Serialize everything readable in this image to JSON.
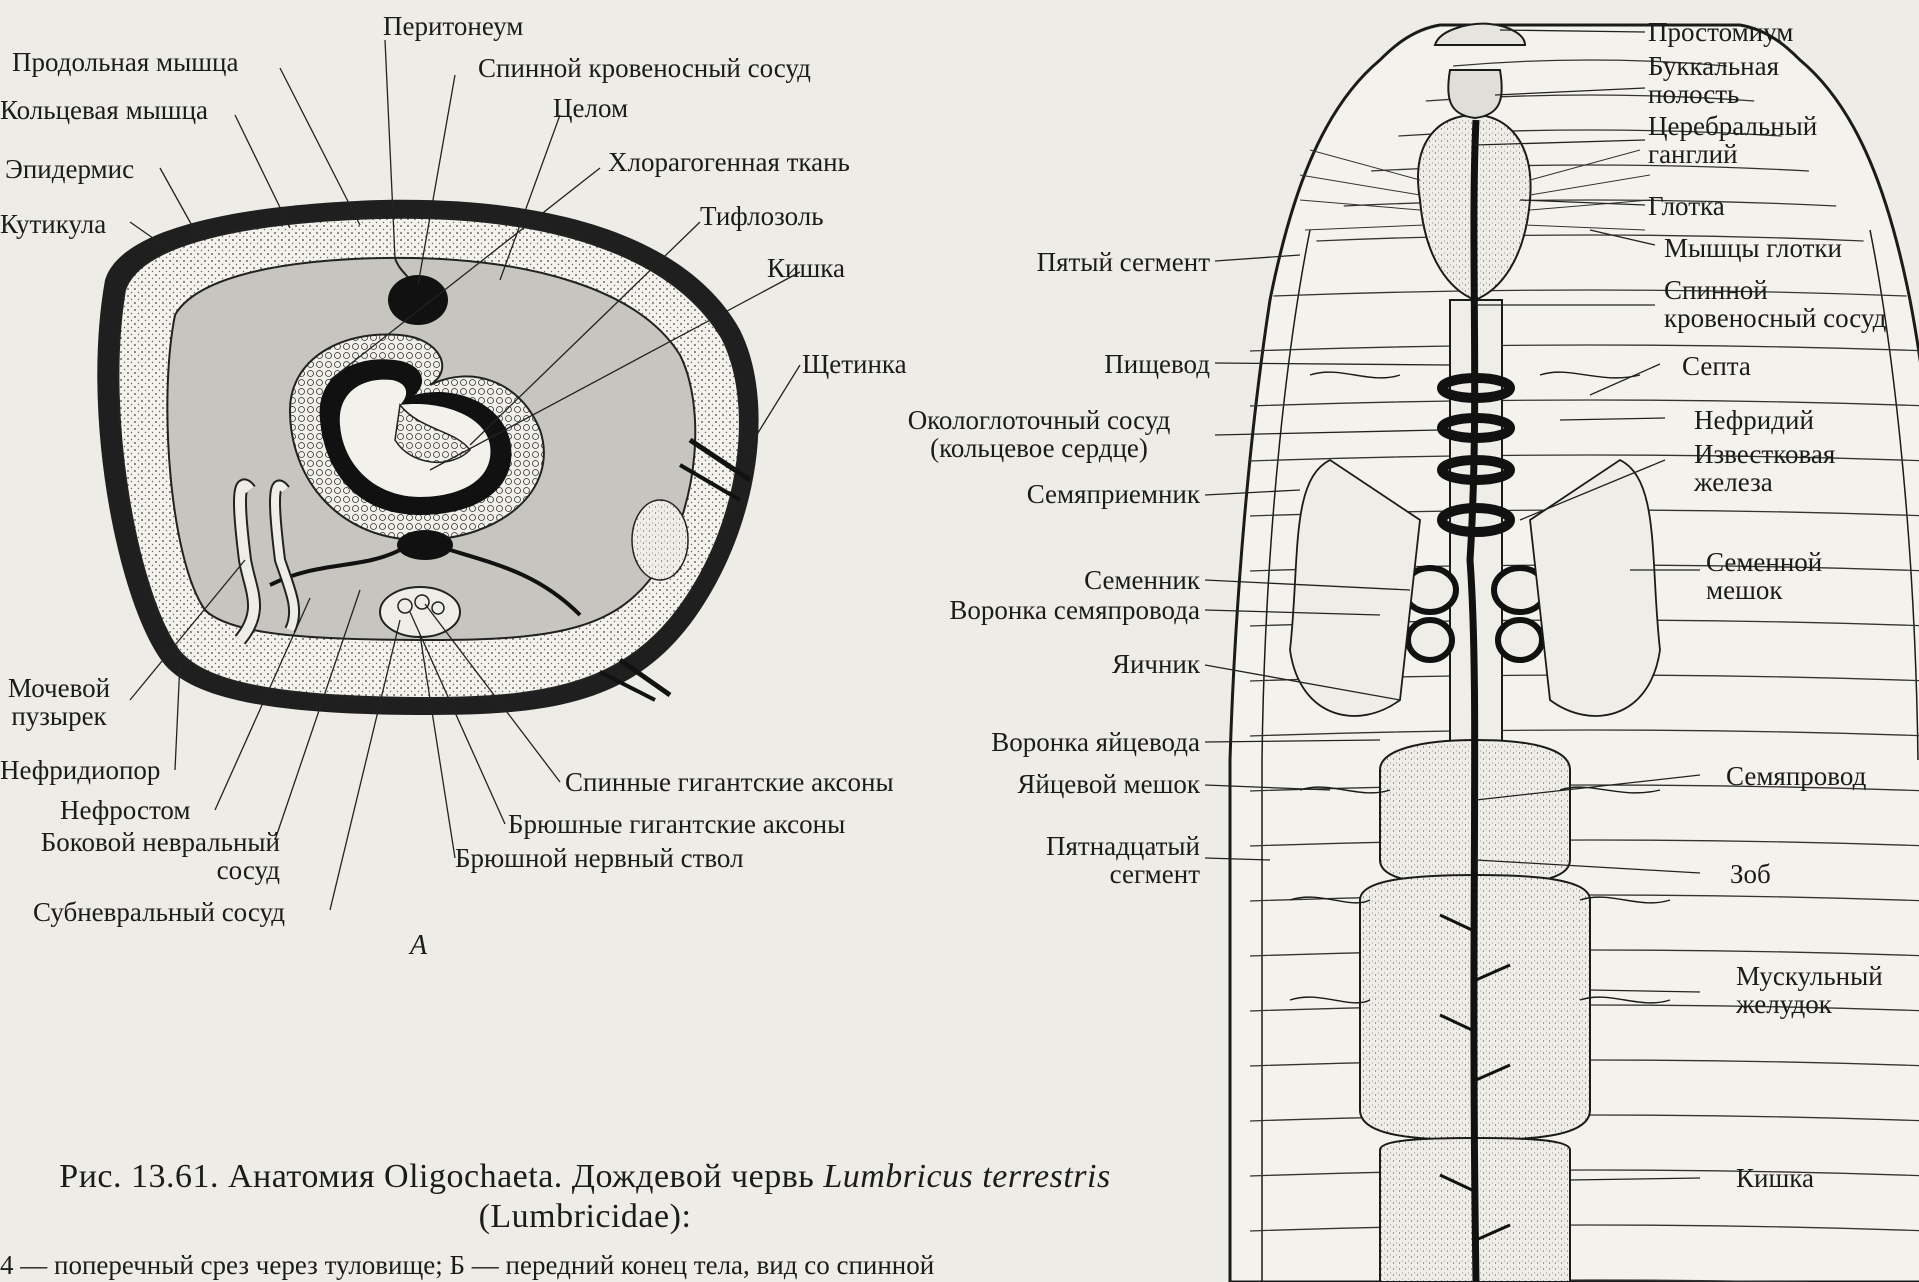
{
  "figure": {
    "caption_line1": "Рис. 13.61. Анатомия Oligochaeta. Дождевой червь",
    "caption_species": "Lumbricus terrestris",
    "caption_line2": "(Lumbricidae):",
    "caption_line3": "4 — поперечный срез через туловище; Б — передний конец тела, вид со спинной",
    "panel_a_letter": "А"
  },
  "cross_section_labels": {
    "peritoneum": "Перитонеум",
    "longitudinal_muscle": "Продольная мышца",
    "dorsal_vessel": "Спинной кровеносный сосуд",
    "circular_muscle": "Кольцевая мышца",
    "coelom": "Целом",
    "epidermis": "Эпидермис",
    "chloragogen": "Хлорагогенная ткань",
    "cuticle": "Кутикула",
    "typhlosole": "Тифлозоль",
    "intestine": "Кишка",
    "seta": "Щетинка",
    "bladder_line1": "Мочевой",
    "bladder_line2": "пузырек",
    "nephridiopore": "Нефридиопор",
    "nephrostome": "Нефростом",
    "lateral_neural_line1": "Боковой невральный",
    "lateral_neural_line2": "сосуд",
    "subneural": "Субневральный сосуд",
    "dorsal_giant_axons": "Спинные гигантские аксоны",
    "ventral_giant_axons": "Брюшные гигантские аксоны",
    "ventral_nerve_cord": "Брюшной нервный ствол"
  },
  "dorsal_view_labels": {
    "prostomium": "Простомиум",
    "buccal_line1": "Буккальная",
    "buccal_line2": "полость",
    "cerebral_line1": "Церебральный",
    "cerebral_line2": "ганглий",
    "pharynx": "Глотка",
    "pharynx_muscles": "Мышцы глотки",
    "fifth_segment": "Пятый сегмент",
    "dorsal_vessel_line1": "Спинной",
    "dorsal_vessel_line2": "кровеносный сосуд",
    "esophagus": "Пищевод",
    "septum": "Септа",
    "nephridium": "Нефридий",
    "periesophageal_line1": "Окологлоточный сосуд",
    "periesophageal_line2": "(кольцевое сердце)",
    "calciferous_line1": "Известковая",
    "calciferous_line2": "железа",
    "spermatheca": "Семяприемник",
    "testis": "Семенник",
    "seminal_vesicle_line1": "Семенной",
    "seminal_vesicle_line2": "мешок",
    "sperm_funnel": "Воронка семяпровода",
    "ovary": "Яичник",
    "oviduct_funnel": "Воронка яйцевода",
    "vas_deferens": "Семяпровод",
    "egg_sac": "Яйцевой мешок",
    "fifteenth_line1": "Пятнадцатый",
    "fifteenth_line2": "сегмент",
    "crop": "Зоб",
    "gizzard_line1": "Мускульный",
    "gizzard_line2": "желудок",
    "intestine": "Кишка"
  },
  "colors": {
    "paper": "#eeece6",
    "ink": "#1b1b1b",
    "gray_fill": "#c9c7c2",
    "light_fill": "#f2f0ea"
  }
}
